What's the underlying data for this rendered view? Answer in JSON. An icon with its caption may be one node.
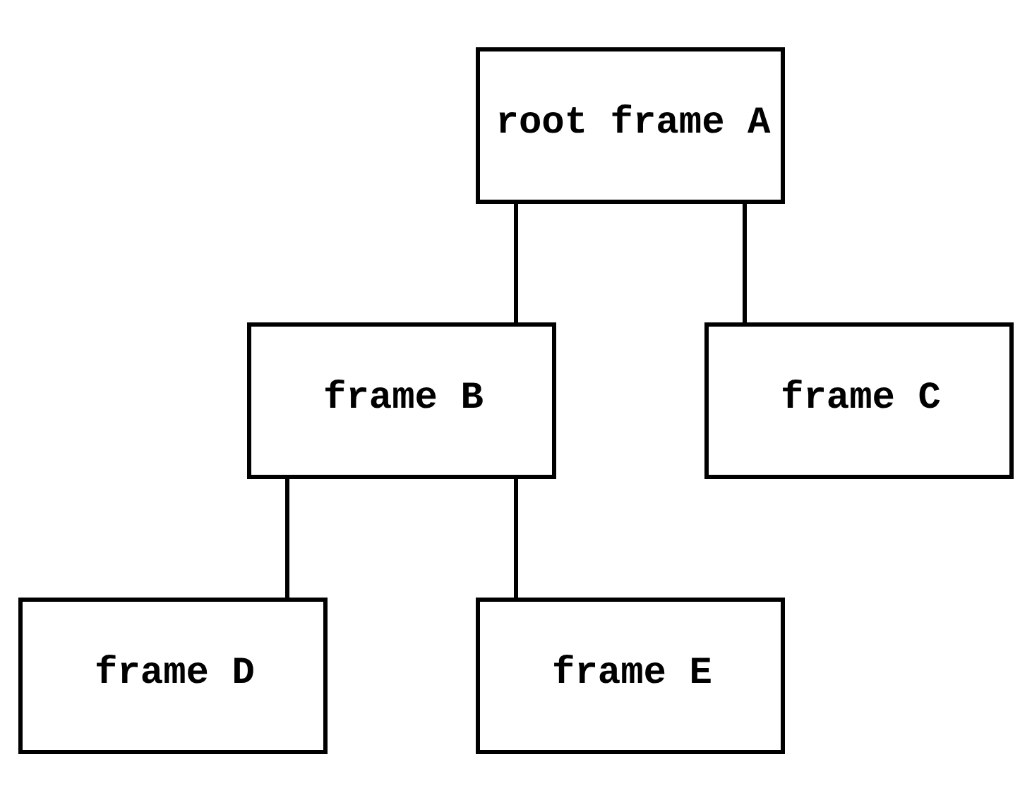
{
  "diagram": {
    "nodes": [
      {
        "text": [
          "root frame A"
        ]
      },
      {
        "text": [
          "frame B"
        ]
      },
      {
        "text": [
          "frame C"
        ]
      },
      {
        "text": [
          "frame D"
        ]
      },
      {
        "text": [
          "frame E"
        ]
      }
    ],
    "edges": [
      {
        "from": 0,
        "to": 1,
        "arrow": "none"
      },
      {
        "from": 0,
        "to": 2,
        "arrow": "none"
      },
      {
        "from": 1,
        "to": 3,
        "arrow": "none"
      },
      {
        "from": 1,
        "to": 4,
        "arrow": "none"
      }
    ]
  }
}
